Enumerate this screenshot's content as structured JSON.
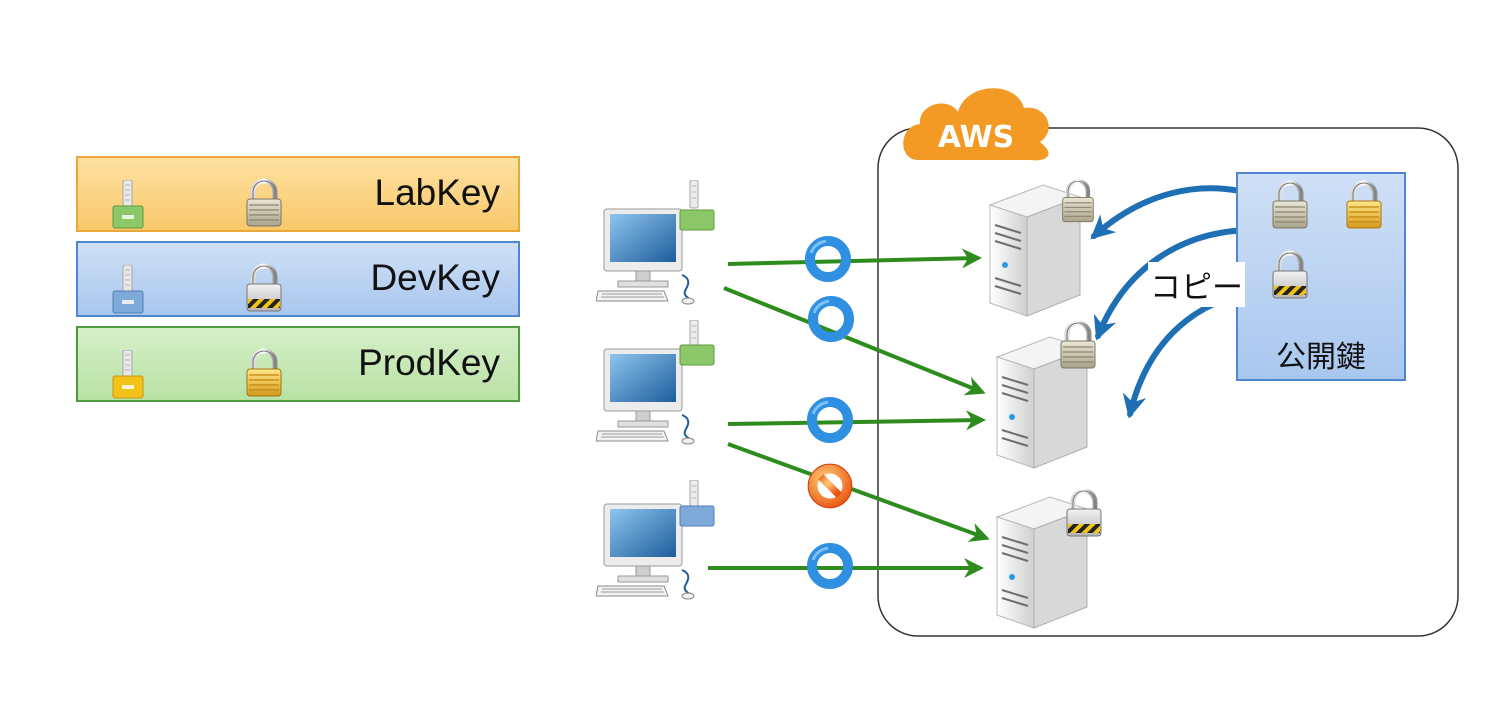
{
  "legend": [
    {
      "label": "LabKey",
      "key_color": "#8cc76a",
      "lock": "plain"
    },
    {
      "label": "DevKey",
      "key_color": "#7ea9d8",
      "lock": "striped"
    },
    {
      "label": "ProdKey",
      "key_color": "#f3c21a",
      "lock": "gold"
    }
  ],
  "aws": {
    "label": "AWS",
    "color": "#f29a24"
  },
  "public_key_box": {
    "label": "公開鍵"
  },
  "copy_label": "コピー",
  "connections": [
    {
      "from": "pc-1",
      "to": "server-1",
      "status": "allowed"
    },
    {
      "from": "pc-1",
      "to": "server-2",
      "status": "allowed"
    },
    {
      "from": "pc-2",
      "to": "server-2",
      "status": "allowed"
    },
    {
      "from": "pc-2",
      "to": "server-3",
      "status": "denied"
    },
    {
      "from": "pc-3",
      "to": "server-3",
      "status": "allowed"
    }
  ],
  "colors": {
    "arrow_green": "#2e8b1e",
    "arrow_blue": "#1f6fb5",
    "allowed_symbol": "#2f8fe0",
    "denied_symbol": "#f07a1a"
  }
}
